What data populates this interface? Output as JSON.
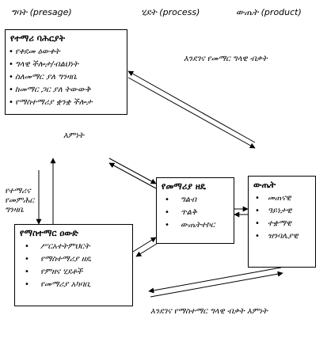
{
  "headers": {
    "presage": "ግባት (presage)",
    "process": "ሂደት (process)",
    "product": "ውጤት (product)"
  },
  "student_box": {
    "title": "የተማሪ ባሕርያት",
    "items": [
      "የቀደመ ዕውቀት",
      "ግላዊ ችሎታ/ብልህነት",
      "ስለመማር ያለ ግንዛቤ",
      "ከመማር ጋር ያለ ትውውቅ",
      "የማስተማሪያ ቋንቋ ችሎታ"
    ]
  },
  "teacher_box": {
    "title": "የማስተማር ዐውድ",
    "items": [
      "ሥርአተትምህርት",
      "የማስተማሪያ ዘዴ",
      "የምዘና ሂደቶች",
      "የመማሪያ አካባቢ"
    ]
  },
  "process_box": {
    "title": "የመማሪያ ዘዴ",
    "items": [
      "ግልብ",
      "ጥልቅ",
      "ውጤትተኮር"
    ]
  },
  "product_box": {
    "title": "ውጤት",
    "items": [
      "መጠናዊ",
      "ዓይነታዊ",
      "ተቋማዊ",
      "ዝንባሌያዊ"
    ]
  },
  "labels": {
    "top_right": "እንደገና የመማር ግላዊ  ብቃት",
    "under_student": "እምነት",
    "side_lines": [
      "የተማሪና",
      "የመምሕር",
      "ግንዛቤ"
    ],
    "bottom": "እንደገና የማስተማር ግላዊ ብቃት እምነት"
  }
}
